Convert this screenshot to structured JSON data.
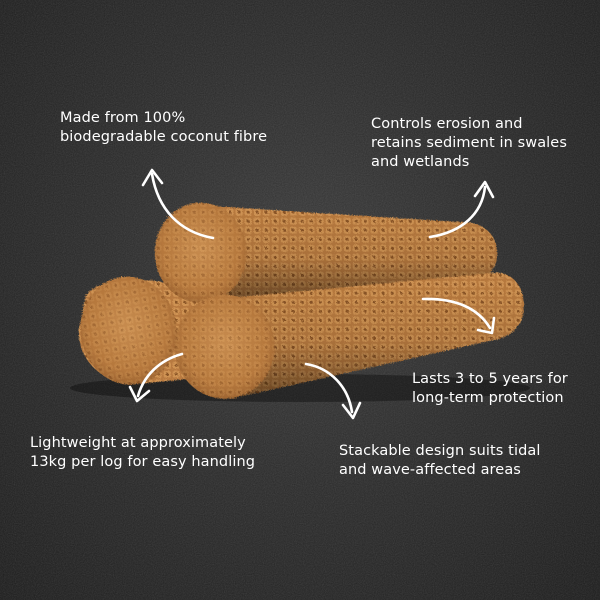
{
  "callouts": {
    "material": "Made from 100% biodegradable coconut fibre",
    "erosion": "Controls erosion and retains sediment in swales and wetlands",
    "lifespan": "Lasts 3 to 5 years for long-term protection",
    "weight": "Lightweight at approximately 13kg per log for easy handling",
    "stackable": "Stackable design suits tidal and wave-affected areas"
  },
  "colors": {
    "background": "#2a2a2a",
    "text": "#ffffff",
    "arrow": "#ffffff",
    "coir_light": "#c98b4b",
    "coir_dark": "#7d4a1e"
  },
  "icons": {
    "arrow": "curved-arrow-icon"
  }
}
